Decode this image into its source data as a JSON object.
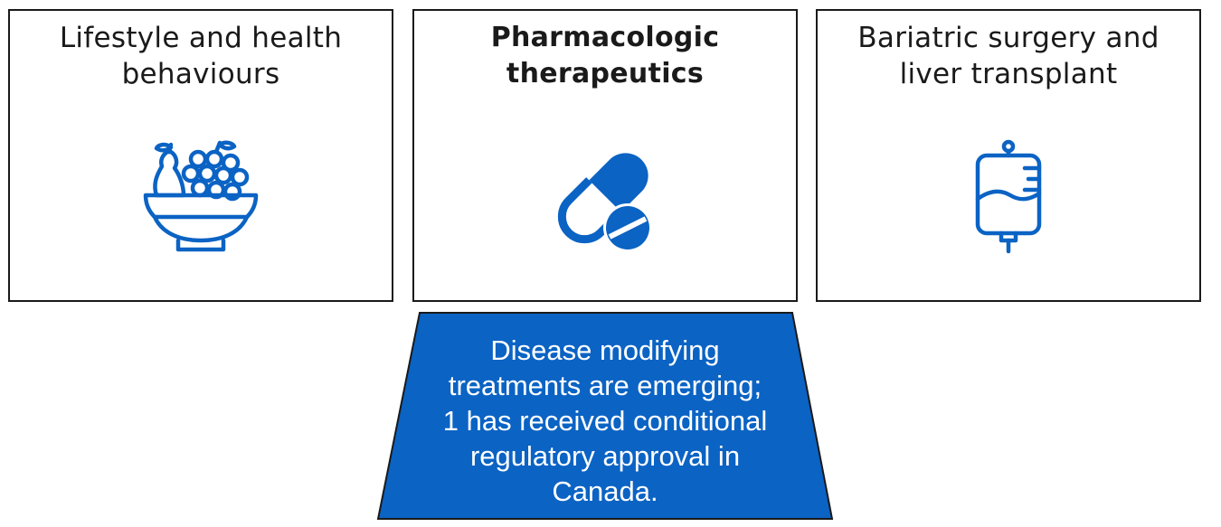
{
  "cards": [
    {
      "title_lines": [
        "Lifestyle and health",
        "behaviours"
      ],
      "icon": "fruit-bowl-icon"
    },
    {
      "title_lines": [
        "Pharmacologic",
        "therapeutics"
      ],
      "icon": "pill-capsule-icon"
    },
    {
      "title_lines": [
        "Bariatric surgery and",
        "liver transplant"
      ],
      "icon": "iv-bag-icon"
    }
  ],
  "callout": {
    "lines": [
      "Disease modifying",
      "treatments are emerging;",
      "1 has received conditional",
      "regulatory approval in",
      "Canada."
    ]
  },
  "colors": {
    "accent_blue": "#0b63c4",
    "border": "#1a1a1a",
    "text": "#1a1a1a",
    "callout_fill": "#0b63c4",
    "callout_text": "#ffffff"
  }
}
